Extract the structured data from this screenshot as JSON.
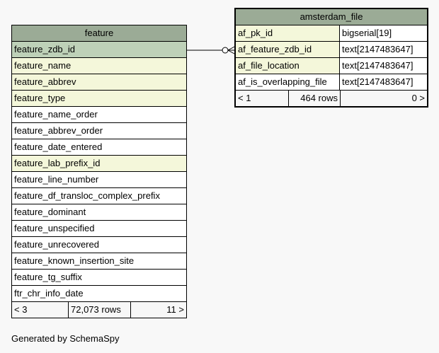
{
  "feature": {
    "title": "feature",
    "columns": [
      {
        "name": "feature_zdb_id",
        "kind": "pk"
      },
      {
        "name": "feature_name",
        "kind": "fk"
      },
      {
        "name": "feature_abbrev",
        "kind": "fk"
      },
      {
        "name": "feature_type",
        "kind": "fk"
      },
      {
        "name": "feature_name_order",
        "kind": "plain"
      },
      {
        "name": "feature_abbrev_order",
        "kind": "plain"
      },
      {
        "name": "feature_date_entered",
        "kind": "plain"
      },
      {
        "name": "feature_lab_prefix_id",
        "kind": "fk"
      },
      {
        "name": "feature_line_number",
        "kind": "plain"
      },
      {
        "name": "feature_df_transloc_complex_prefix",
        "kind": "plain"
      },
      {
        "name": "feature_dominant",
        "kind": "plain"
      },
      {
        "name": "feature_unspecified",
        "kind": "plain"
      },
      {
        "name": "feature_unrecovered",
        "kind": "plain"
      },
      {
        "name": "feature_known_insertion_site",
        "kind": "plain"
      },
      {
        "name": "feature_tg_suffix",
        "kind": "plain"
      },
      {
        "name": "ftr_chr_info_date",
        "kind": "plain"
      }
    ],
    "footer": {
      "parents": "< 3",
      "rows": "72,073 rows",
      "children": "11 >"
    }
  },
  "amsterdam_file": {
    "title": "amsterdam_file",
    "columns": [
      {
        "name": "af_pk_id",
        "type": "bigserial[19]",
        "kind": "fk"
      },
      {
        "name": "af_feature_zdb_id",
        "type": "text[2147483647]",
        "kind": "fk"
      },
      {
        "name": "af_file_location",
        "type": "text[2147483647]",
        "kind": "fk"
      },
      {
        "name": "af_is_overlapping_file",
        "type": "text[2147483647]",
        "kind": "plain"
      }
    ],
    "footer": {
      "parents": "< 1",
      "rows": "464 rows",
      "children": "0 >"
    }
  },
  "colors": {
    "header": "#9bab96",
    "pk": "#bed1b8",
    "fk": "#f4f7da",
    "background": "#f8f8f8"
  },
  "generated_by": "Generated by SchemaSpy"
}
